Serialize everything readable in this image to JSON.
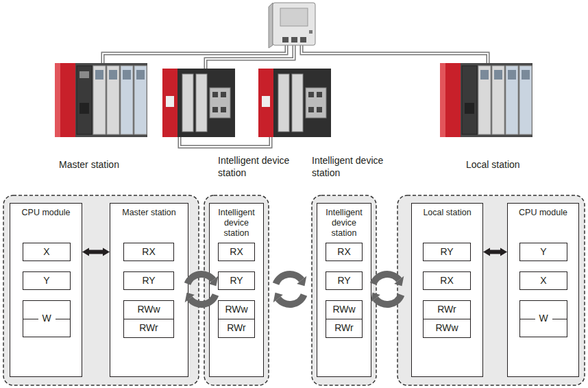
{
  "diagram": {
    "nodes": [
      {
        "text": [
          "CPU module"
        ]
      },
      {
        "text": [
          "X"
        ],
        "in": 0
      },
      {
        "text": [
          "Y"
        ],
        "in": 0
      },
      {
        "text": [
          "W"
        ],
        "in": 0
      },
      {
        "text": [
          "Master station"
        ]
      },
      {
        "text": [
          "RX"
        ],
        "in": 4
      },
      {
        "text": [
          "RY"
        ],
        "in": 4
      },
      {
        "text": [
          "RWw"
        ],
        "in": 4
      },
      {
        "text": [
          "RWr"
        ],
        "in": 4
      },
      {
        "text": [
          "Intelligent device station"
        ]
      },
      {
        "text": [
          "RX"
        ],
        "in": 9
      },
      {
        "text": [
          "RY"
        ],
        "in": 9
      },
      {
        "text": [
          "RWw"
        ],
        "in": 9
      },
      {
        "text": [
          "RWr"
        ],
        "in": 9
      },
      {
        "text": [
          "Intelligent device station"
        ]
      },
      {
        "text": [
          "RX"
        ],
        "in": 14
      },
      {
        "text": [
          "RY"
        ],
        "in": 14
      },
      {
        "text": [
          "RWw"
        ],
        "in": 14
      },
      {
        "text": [
          "RWr"
        ],
        "in": 14
      },
      {
        "text": [
          "Local station"
        ]
      },
      {
        "text": [
          "RY"
        ],
        "in": 19
      },
      {
        "text": [
          "RX"
        ],
        "in": 19
      },
      {
        "text": [
          "RWr"
        ],
        "in": 19
      },
      {
        "text": [
          "RWw"
        ],
        "in": 19
      },
      {
        "text": [
          "CPU module"
        ]
      },
      {
        "text": [
          "Y"
        ],
        "in": 24
      },
      {
        "text": [
          "X"
        ],
        "in": 24
      },
      {
        "text": [
          "W"
        ],
        "in": 24
      }
    ],
    "edges": [
      {
        "from": 0,
        "to": 4,
        "arrow": "both"
      },
      {
        "from": 19,
        "to": 24,
        "arrow": "both"
      }
    ],
    "labels": [
      "Master station",
      "Intelligent device station",
      "Intelligent device station",
      "Local station"
    ]
  }
}
